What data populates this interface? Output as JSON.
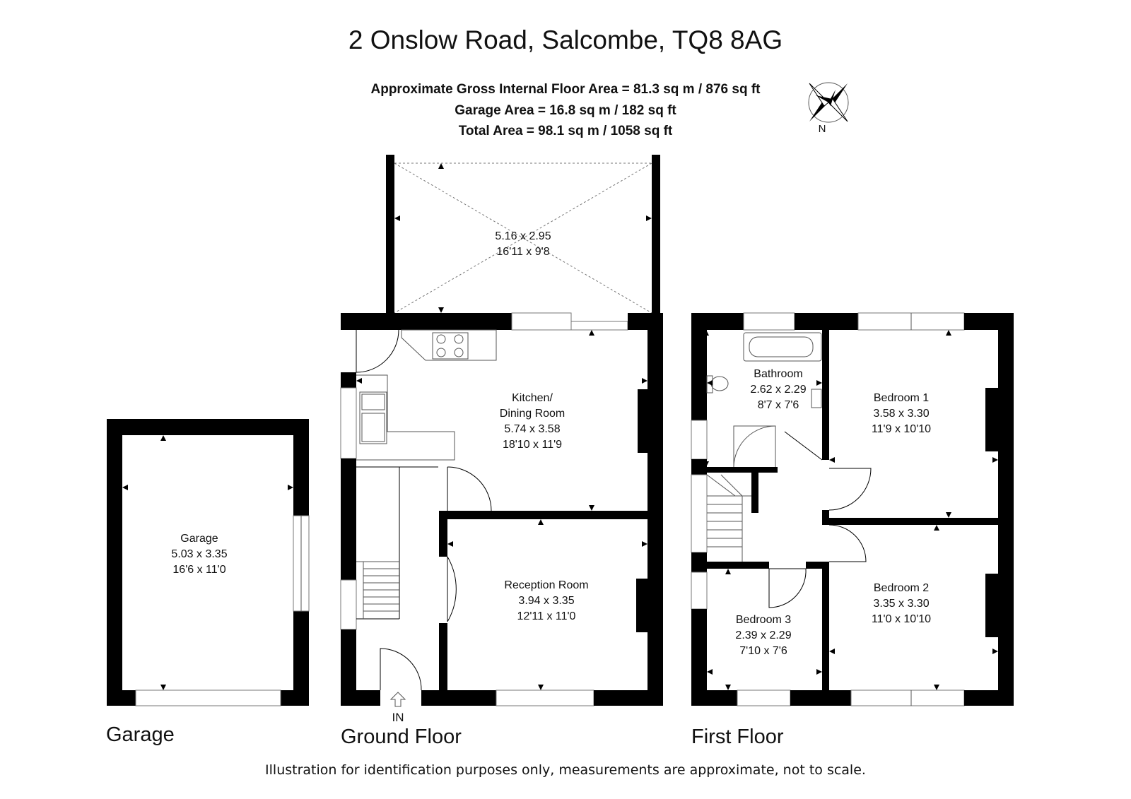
{
  "title": "2 Onslow Road, Salcombe, TQ8 8AG",
  "areas": {
    "gross_internal": "Approximate Gross Internal Floor Area  = 81.3 sq m / 876 sq ft",
    "garage": "Garage Area = 16.8 sq m / 182 sq ft",
    "total": "Total Area = 98.1 sq m / 1058 sq ft"
  },
  "compass": {
    "label": "N"
  },
  "floors": {
    "garage": "Garage",
    "ground": "Ground Floor",
    "first": "First Floor"
  },
  "entrance": "IN",
  "rooms": {
    "garage": {
      "name": "Garage",
      "metric": "5.03 x 3.35",
      "imperial": "16'6 x 11'0"
    },
    "outdoor": {
      "name": "",
      "metric": "5.16 x 2.95",
      "imperial": "16'11 x 9'8"
    },
    "kitchen": {
      "name1": "Kitchen/",
      "name2": "Dining Room",
      "metric": "5.74 x 3.58",
      "imperial": "18'10 x 11'9"
    },
    "reception": {
      "name": "Reception Room",
      "metric": "3.94 x 3.35",
      "imperial": "12'11 x 11'0"
    },
    "bathroom": {
      "name": "Bathroom",
      "metric": "2.62 x 2.29",
      "imperial": "8'7 x 7'6"
    },
    "bedroom1": {
      "name": "Bedroom 1",
      "metric": "3.58 x 3.30",
      "imperial": "11'9 x 10'10"
    },
    "bedroom2": {
      "name": "Bedroom 2",
      "metric": "3.35 x 3.30",
      "imperial": "11'0 x 10'10"
    },
    "bedroom3": {
      "name": "Bedroom 3",
      "metric": "2.39 x 2.29",
      "imperial": "7'10 x 7'6"
    }
  },
  "disclaimer": "Illustration for identification purposes only, measurements are approximate, not to scale."
}
